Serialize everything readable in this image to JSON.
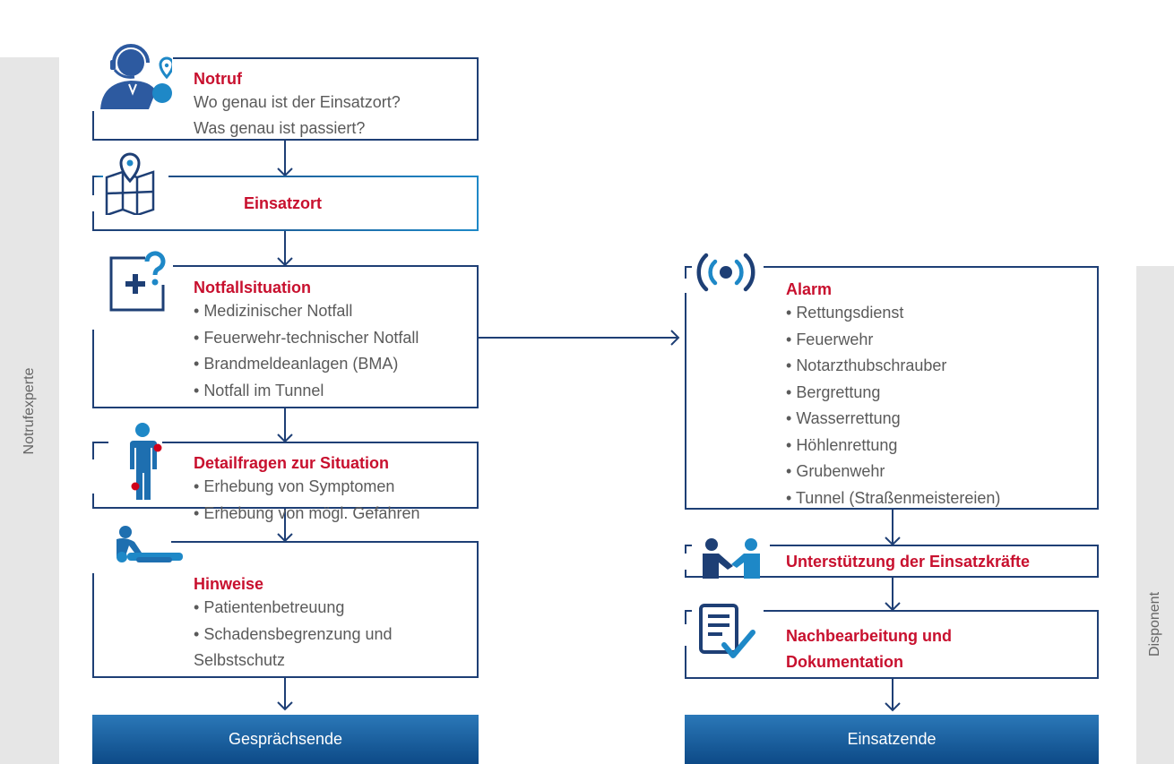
{
  "lanes": {
    "left_label": "Notrufexperte",
    "right_label": "Disponent"
  },
  "left_steps": {
    "notruf": {
      "title": "Notruf",
      "lines": [
        "Wo genau ist der Einsatzort?",
        "Was genau ist passiert?"
      ],
      "icon": "call-center-agent-icon"
    },
    "einsatzort": {
      "title": "Einsatzort",
      "icon": "map-pin-icon"
    },
    "notfallsituation": {
      "title": "Notfallsituation",
      "bullets": [
        "Medizinischer Notfall",
        "Feuerwehr-technischer Notfall",
        "Brandmeldeanlagen (BMA)",
        "Notfall im Tunnel"
      ],
      "icon": "plus-question-icon"
    },
    "detailfragen": {
      "title": "Detailfragen zur Situation",
      "bullets": [
        "Erhebung von Symptomen",
        "Erhebung von mögl. Gefahren"
      ],
      "icon": "body-points-icon"
    },
    "hinweise": {
      "title": "Hinweise",
      "bullets": [
        "Patientenbetreuung",
        "Schadensbegrenzung und"
      ],
      "continuation": "Selbstschutz",
      "icon": "first-aid-person-icon"
    }
  },
  "right_steps": {
    "alarm": {
      "title": "Alarm",
      "bullets": [
        "Rettungsdienst",
        "Feuerwehr",
        "Notarzthubschrauber",
        "Bergrettung",
        "Wasserrettung",
        "Höhlenrettung",
        "Grubenwehr",
        "Tunnel (Straßenmeistereien)"
      ],
      "icon": "broadcast-icon"
    },
    "unterstuetzung": {
      "title": "Unterstützung der Einsatzkräfte",
      "icon": "handshake-icon"
    },
    "nachbearbeitung": {
      "title_line1": "Nachbearbeitung und",
      "title_line2": "Dokumentation",
      "icon": "checklist-document-icon"
    }
  },
  "ends": {
    "left": "Gesprächsende",
    "right": "Einsatzende"
  },
  "colors": {
    "frame_blue": "#1e3f75",
    "accent_blue": "#1e88c7",
    "title_red": "#c8102e",
    "lane_gray": "#e6e6e6"
  }
}
